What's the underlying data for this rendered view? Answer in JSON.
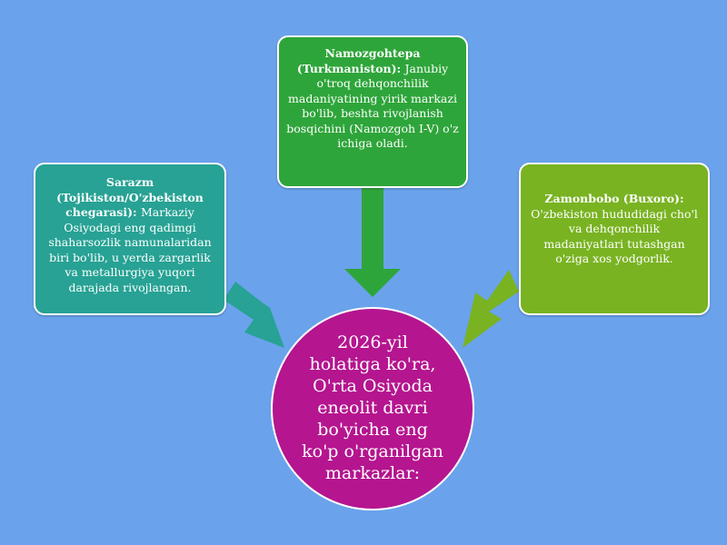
{
  "top_box": {
    "title": "Namozgohtepa (Turkmaniston):",
    "text": "Janubiy o'troq dehqonchilik madaniyatining yirik markazi bo'lib, beshta rivojlanish bosqichini (Namozgoh I-V) o'z ichiga oladi."
  },
  "left_box": {
    "title": "Sarazm (Tojikiston/O'zbekiston chegarasi):",
    "text": "Markaziy Osiyodagi eng qadimgi shaharsozlik namunalaridan biri bo'lib, u yerda zargarlik va metallurgiya yuqori darajada rivojlangan."
  },
  "right_box": {
    "title": "Zamonbobo (Buxoro):",
    "text": "O'zbekiston hududidagi cho'l va dehqonchilik madaniyatlari tutashgan o'ziga xos yodgorlik."
  },
  "center": {
    "text": "2026-yil holatiga ko'ra, O'rta Osiyoda eneolit davri bo'yicha eng ko'p o'rganilgan markazlar:"
  },
  "colors": {
    "background": "#6aa2ec",
    "top": "#2ea53a",
    "left": "#27a294",
    "right": "#79b322",
    "center": "#b5158f"
  }
}
